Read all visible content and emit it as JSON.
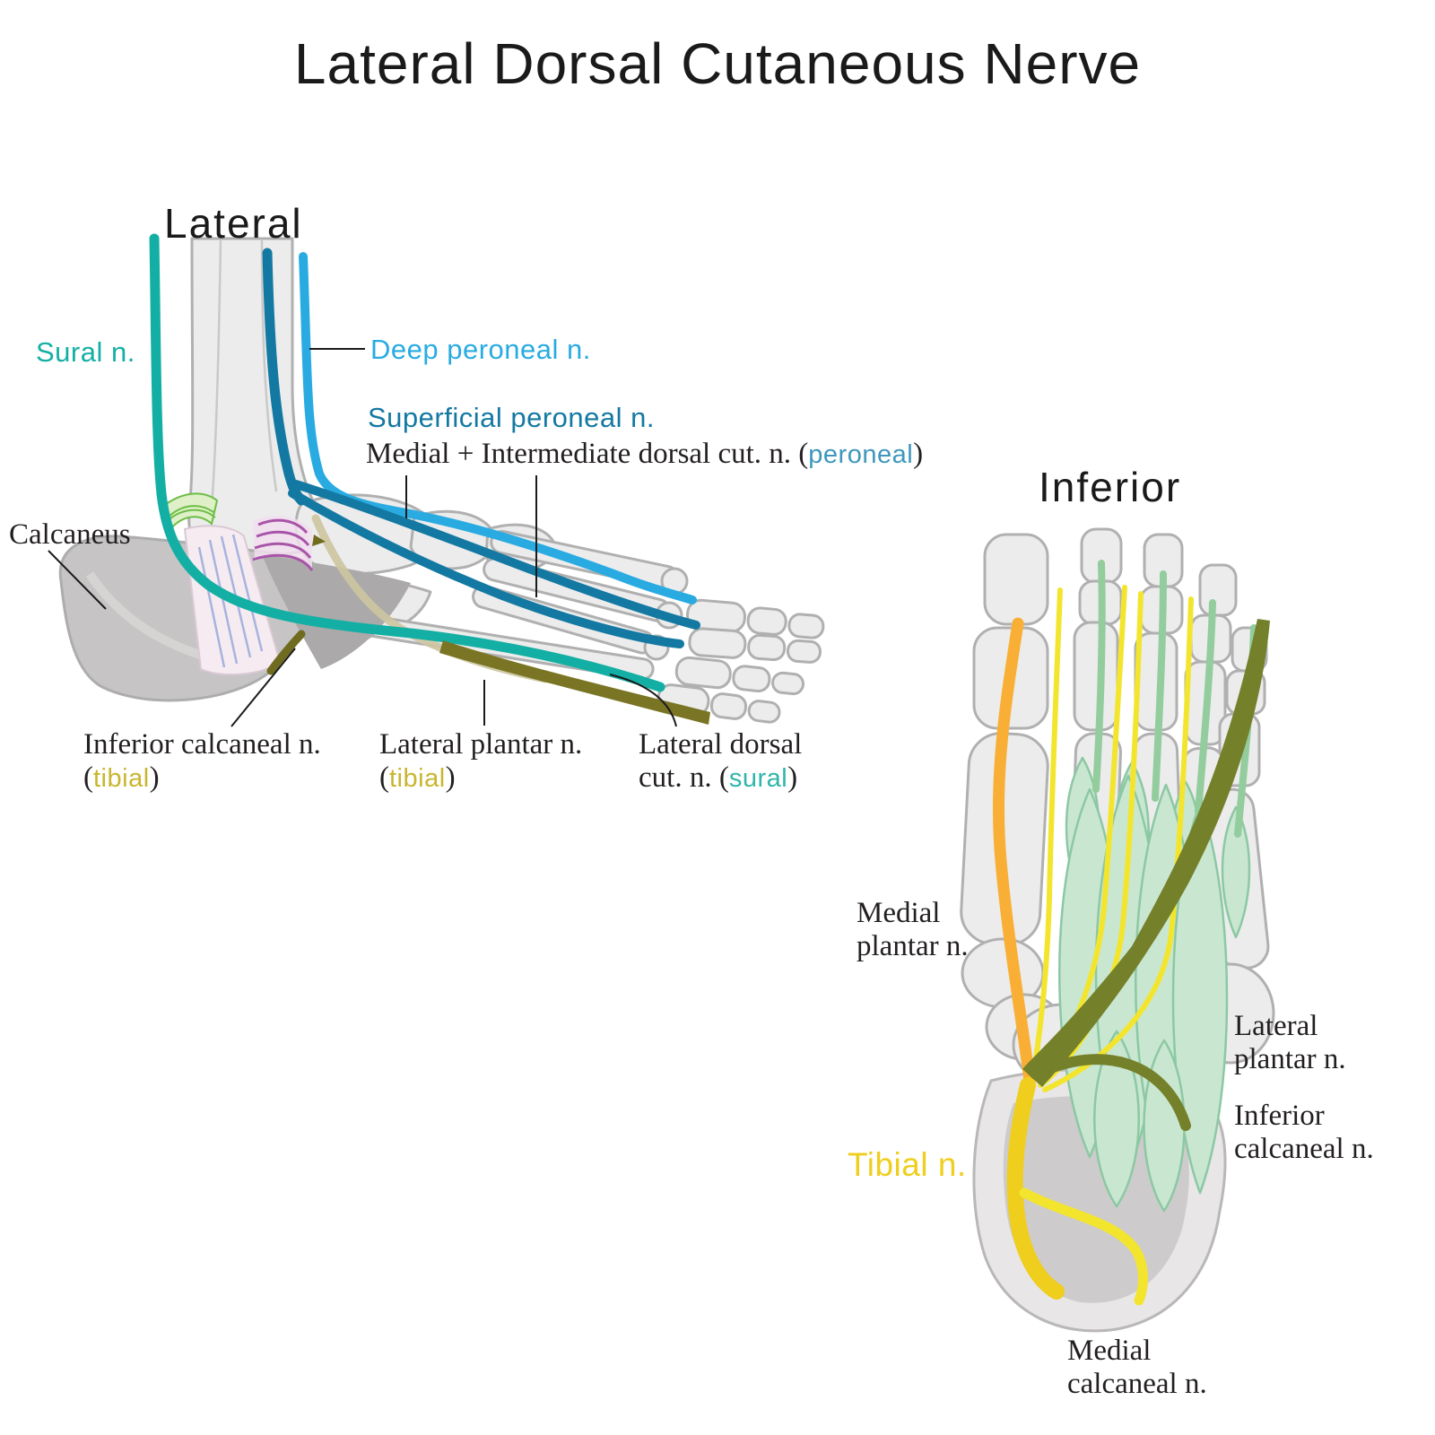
{
  "title": "Lateral Dorsal Cutaneous Nerve",
  "colors": {
    "heading_text": "#1A1A1A",
    "sural_teal": "#14AFA4",
    "sural_text_teal": "#2FB5AA",
    "deep_peroneal_blue": "#29ABE2",
    "superficial_peroneal_blue": "#1479A2",
    "peroneal_text_blue": "#3E97BC",
    "tibial_yellow": "#EFCE1D",
    "tibial_text_olive": "#C8B62E",
    "olive_nerve": "#7A7524",
    "olive_nerve_inferior": "#75802A",
    "khaki_faded": "#CCC5A0",
    "orange_nerve": "#F9AF35",
    "bright_yellow_nerve": "#F3E52E",
    "muscle_green_fill": "#C9E7D0",
    "muscle_green_stroke": "#8CC8A3",
    "tendon_green": "#93CC9D",
    "bone_fill": "#ECECEC",
    "bone_stroke": "#B0B0B0",
    "calcaneus_fill": "#C6C4C4",
    "wedge_gray": "#ABA9A9",
    "ligament_green_stripe": "#6CBE45",
    "ligament_green_fill": "#DFF0C8",
    "ligament_purple_stripe": "#A855A8",
    "ligament_purple_fill": "#F2DFF0",
    "ligament_pink_fill": "#F6EBF1",
    "ligament_blue_stripe": "#9FAEDC"
  },
  "lateral_view": {
    "heading": "Lateral",
    "labels": {
      "sural": "Sural n.",
      "deep_peroneal": "Deep peroneal n.",
      "superficial_peroneal": "Superficial peroneal n.",
      "medial_intermediate": {
        "prefix": "Medial + Intermediate dorsal cut. n. (",
        "colored": "peroneal",
        "suffix": ")"
      },
      "calcaneus": "Calcaneus",
      "inferior_calcaneal": {
        "line1": "Inferior calcaneal n.",
        "paren_open": "(",
        "colored": "tibial",
        "paren_close": ")"
      },
      "lateral_plantar": {
        "line1": "Lateral plantar n.",
        "paren_open": "(",
        "colored": "tibial",
        "paren_close": ")"
      },
      "lateral_dorsal": {
        "line1": "Lateral dorsal",
        "line2_prefix": "cut. n. (",
        "colored": "sural",
        "suffix": ")"
      }
    }
  },
  "inferior_view": {
    "heading": "Inferior",
    "labels": {
      "medial_plantar": {
        "line1": "Medial",
        "line2": "plantar n."
      },
      "lateral_plantar": {
        "line1": "Lateral",
        "line2": "plantar n."
      },
      "inferior_calcaneal": {
        "line1": "Inferior",
        "line2": "calcaneal n."
      },
      "tibial": "Tibial n.",
      "medial_calcaneal": {
        "line1": "Medial",
        "line2": "calcaneal n."
      }
    }
  }
}
